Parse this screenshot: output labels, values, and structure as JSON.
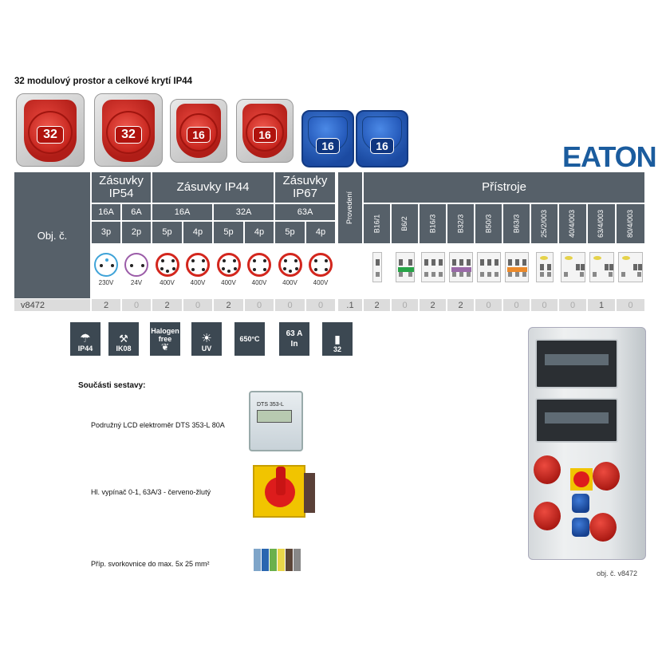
{
  "title": "32 modulový prostor a celkové krytí IP44",
  "sockets": [
    {
      "num": "32",
      "color": "red"
    },
    {
      "num": "32",
      "color": "red"
    },
    {
      "num": "16",
      "color": "red"
    },
    {
      "num": "16",
      "color": "red"
    },
    {
      "num": "16",
      "color": "blue"
    },
    {
      "num": "16",
      "color": "blue"
    }
  ],
  "brand": "EATON",
  "table": {
    "obj_label": "Obj. č.",
    "groups": {
      "ip54": "Zásuvky IP54",
      "ip44": "Zásuvky IP44",
      "ip67": "Zásuvky IP67",
      "provedeni": "Provedení",
      "pristroje": "Přístroje"
    },
    "currents": {
      "a16a": "16A",
      "a6a": "6A",
      "b16a": "16A",
      "b32a": "32A",
      "c63a": "63A"
    },
    "poles": [
      "3p",
      "2p",
      "5p",
      "4p",
      "5p",
      "4p",
      "5p",
      "4p"
    ],
    "voltages": [
      "230V",
      "24V",
      "400V",
      "400V",
      "400V",
      "400V",
      "400V",
      "400V"
    ],
    "devices": [
      "B16/1",
      "B6/2",
      "B16/3",
      "B32/3",
      "B50/3",
      "B63/3",
      "25/2/003",
      "40/4/003",
      "63/4/003",
      "80/4/003"
    ],
    "product_code": "v8472",
    "socket_values": [
      "2",
      "0",
      "2",
      "0",
      "2",
      "0",
      "0",
      "0"
    ],
    "provedeni_value": ".1",
    "device_values": [
      "2",
      "0",
      "2",
      "2",
      "0",
      "0",
      "0",
      "0",
      "1",
      "0"
    ]
  },
  "features": {
    "ip44": "IP44",
    "ik08": "IK08",
    "halogen": "Halogen free",
    "uv": "UV",
    "temp": "650°C",
    "amp": "63 A",
    "amp_sub": "In",
    "mod": "32"
  },
  "components": {
    "heading": "Součásti sestavy:",
    "items": [
      "Podružný LCD elektroměr DTS 353-L 80A",
      "Hl. vypínač 0-1, 63A/3 - červeno-žlutý",
      "Příp. svorkovnice do max. 5x 25 mm²"
    ],
    "meter_label": "DTS 353-L"
  },
  "caption": "obj. č. v8472",
  "colors": {
    "header_bg": "#566069",
    "value_row": "#dcdcdc",
    "socket_red": "#d3261d",
    "socket_blue": "#2457b8",
    "brand_blue": "#1b5c9e"
  }
}
